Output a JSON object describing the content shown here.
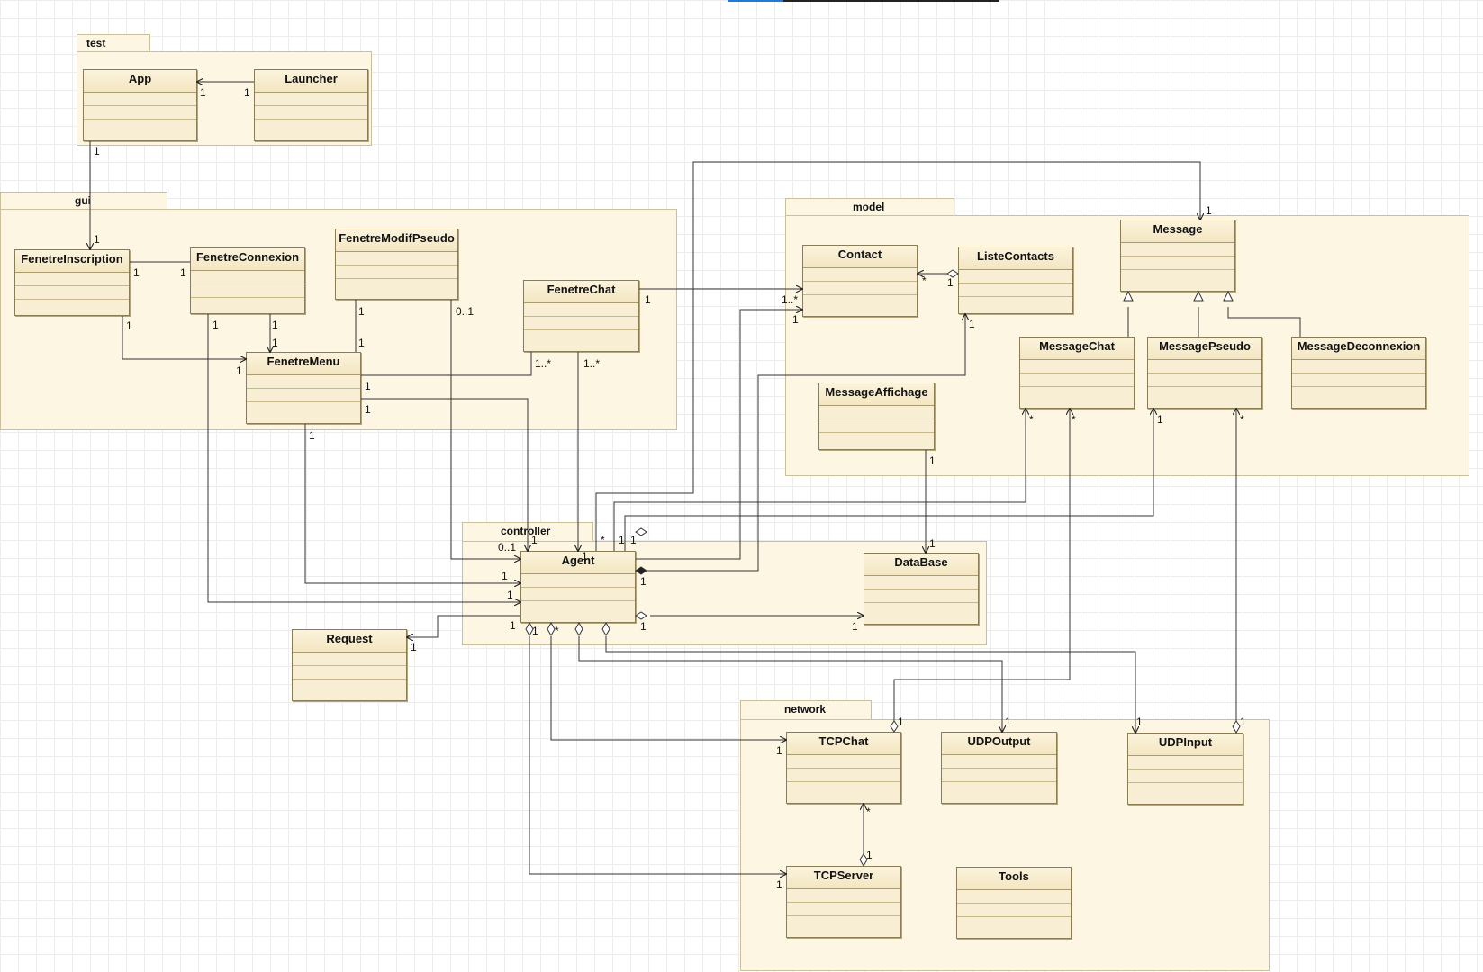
{
  "packages": [
    {
      "id": "test",
      "label": "test"
    },
    {
      "id": "gui",
      "label": "gui"
    },
    {
      "id": "model",
      "label": "model"
    },
    {
      "id": "controller",
      "label": "controller"
    },
    {
      "id": "network",
      "label": "network"
    }
  ],
  "classes": [
    {
      "id": "App",
      "label": "App"
    },
    {
      "id": "Launcher",
      "label": "Launcher"
    },
    {
      "id": "FenetreInscription",
      "label": "FenetreInscription"
    },
    {
      "id": "FenetreConnexion",
      "label": "FenetreConnexion"
    },
    {
      "id": "FenetreModifPseudo",
      "label": "FenetreModifPseudo"
    },
    {
      "id": "FenetreChat",
      "label": "FenetreChat"
    },
    {
      "id": "FenetreMenu",
      "label": "FenetreMenu"
    },
    {
      "id": "Contact",
      "label": "Contact"
    },
    {
      "id": "ListeContacts",
      "label": "ListeContacts"
    },
    {
      "id": "Message",
      "label": "Message"
    },
    {
      "id": "MessageChat",
      "label": "MessageChat"
    },
    {
      "id": "MessagePseudo",
      "label": "MessagePseudo"
    },
    {
      "id": "MessageDeconnexion",
      "label": "MessageDeconnexion"
    },
    {
      "id": "MessageAffichage",
      "label": "MessageAffichage"
    },
    {
      "id": "Agent",
      "label": "Agent"
    },
    {
      "id": "DataBase",
      "label": "DataBase"
    },
    {
      "id": "Request",
      "label": "Request"
    },
    {
      "id": "TCPChat",
      "label": "TCPChat"
    },
    {
      "id": "UDPOutput",
      "label": "UDPOutput"
    },
    {
      "id": "UDPInput",
      "label": "UDPInput"
    },
    {
      "id": "TCPServer",
      "label": "TCPServer"
    },
    {
      "id": "Tools",
      "label": "Tools"
    }
  ],
  "relations": [
    {
      "from": "Launcher",
      "to": "App",
      "from_mult": "1",
      "to_mult": "1"
    },
    {
      "from": "App",
      "to": "FenetreInscription",
      "from_mult": "1",
      "to_mult": "1"
    },
    {
      "from": "FenetreInscription",
      "to": "FenetreConnexion",
      "from_mult": "1",
      "to_mult": "1"
    },
    {
      "from": "FenetreInscription",
      "to": "FenetreMenu",
      "from_mult": "1",
      "to_mult": "1"
    },
    {
      "from": "FenetreConnexion",
      "to": "FenetreMenu",
      "from_mult": "1",
      "to_mult": "1"
    },
    {
      "from": "FenetreModifPseudo",
      "to": "FenetreMenu",
      "from_mult": "1",
      "to_mult": "1"
    },
    {
      "from": "FenetreMenu",
      "to": "FenetreChat",
      "from_mult": "1",
      "to_mult": "1..*"
    },
    {
      "from": "FenetreChat",
      "to": "Contact",
      "from_mult": "1",
      "to_mult": "1..*"
    },
    {
      "from": "FenetreChat",
      "to": "Agent",
      "from_mult": "1..*",
      "to_mult": "1"
    },
    {
      "from": "FenetreModifPseudo",
      "to": "Agent",
      "from_mult": "0..1",
      "to_mult": "0..1"
    },
    {
      "from": "FenetreMenu",
      "to": "Agent",
      "from_mult": "1",
      "to_mult": "1"
    },
    {
      "from": "FenetreConnexion",
      "to": "Agent",
      "from_mult": "1",
      "to_mult": "1"
    },
    {
      "from": "ListeContacts",
      "to": "Contact",
      "from_mult": "1",
      "to_mult": "*"
    },
    {
      "from": "Agent",
      "to": "Message",
      "from_mult": "*",
      "to_mult": "1"
    },
    {
      "from": "Agent",
      "to": "ListeContacts",
      "from_mult": "1",
      "to_mult": "1"
    },
    {
      "from": "Agent",
      "to": "Contact",
      "from_mult": "1",
      "to_mult": "1"
    },
    {
      "from": "Agent",
      "to": "MessageChat",
      "from_mult": "1",
      "to_mult": "*"
    },
    {
      "from": "Agent",
      "to": "MessagePseudo",
      "from_mult": "1",
      "to_mult": "1"
    },
    {
      "from": "Agent",
      "to": "DataBase",
      "from_mult": "1",
      "to_mult": "1"
    },
    {
      "from": "MessageAffichage",
      "to": "DataBase",
      "from_mult": "1",
      "to_mult": "1"
    },
    {
      "from": "Agent",
      "to": "Request",
      "from_mult": "1",
      "to_mult": "1"
    },
    {
      "from": "Agent",
      "to": "TCPChat",
      "from_mult": "*",
      "to_mult": "1"
    },
    {
      "from": "Agent",
      "to": "TCPServer",
      "from_mult": "1",
      "to_mult": "1"
    },
    {
      "from": "Agent",
      "to": "UDPOutput",
      "from_mult": "1",
      "to_mult": "1"
    },
    {
      "from": "Agent",
      "to": "UDPInput",
      "from_mult": "1",
      "to_mult": "1"
    },
    {
      "from": "TCPChat",
      "to": "MessageChat",
      "from_mult": "1",
      "to_mult": "*"
    },
    {
      "from": "UDPInput",
      "to": "MessagePseudo",
      "from_mult": "1",
      "to_mult": "*"
    },
    {
      "from": "TCPServer",
      "to": "TCPChat",
      "from_mult": "1",
      "to_mult": "*"
    },
    {
      "from": "MessageChat",
      "to": "Message",
      "kind": "generalization"
    },
    {
      "from": "MessagePseudo",
      "to": "Message",
      "kind": "generalization"
    },
    {
      "from": "MessageDeconnexion",
      "to": "Message",
      "kind": "generalization"
    }
  ]
}
